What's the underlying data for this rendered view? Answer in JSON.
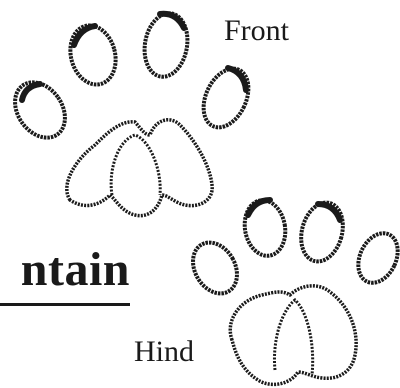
{
  "labels": {
    "front": "Front",
    "hind": "Hind",
    "title_fragment": "ntain"
  },
  "colors": {
    "ink": "#1a1a1a",
    "background": "#ffffff"
  },
  "icons": {
    "front_paw": "front-paw-print-icon",
    "hind_paw": "hind-paw-print-icon"
  }
}
